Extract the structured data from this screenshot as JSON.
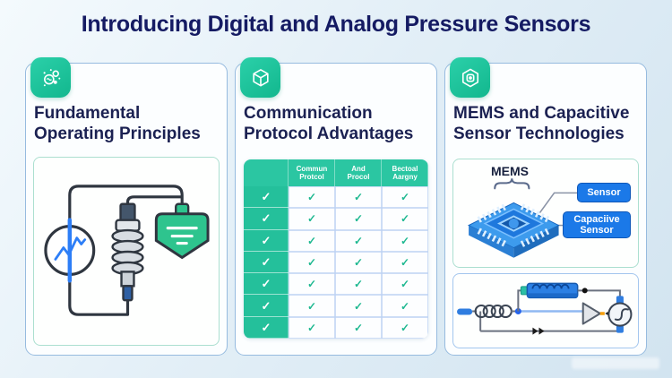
{
  "title": "Introducing Digital and Analog Pressure Sensors",
  "colors": {
    "accent_teal": "#1fc39e",
    "title_navy": "#151b63",
    "callout_blue": "#1b79e8",
    "check_teal": "#1db890",
    "table_header_teal": "#2bc6a2"
  },
  "cards": [
    {
      "title_lines": [
        "Fundamental",
        "Operating Principles"
      ],
      "icon": "molecule-icon"
    },
    {
      "title_lines": [
        "Communication",
        "Protocol Advantages"
      ],
      "icon": "cube-icon",
      "table": {
        "header": [
          "",
          "Commun Protcol",
          "And Procol",
          "Bectoal Aargny"
        ],
        "row_count": 7,
        "check_symbol": "✓"
      }
    },
    {
      "title_lines": [
        "MEMS and Capacitive",
        "Sensor Technologies"
      ],
      "icon": "chip-icon",
      "mems_panel": {
        "chip_label": "MEMS",
        "callouts": [
          "Sensor",
          "Capaciive Sensor"
        ]
      }
    }
  ]
}
